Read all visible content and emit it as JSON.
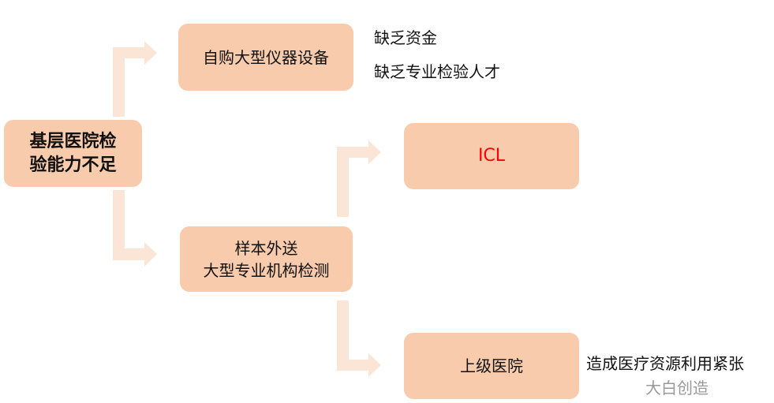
{
  "root": {
    "label_line1": "基层医院检",
    "label_line2": "验能力不足"
  },
  "branch_buy": {
    "label": "自购大型仪器设备",
    "notes": [
      "缺乏资金",
      "缺乏专业检验人才"
    ]
  },
  "branch_send": {
    "label_line1": "样本外送",
    "label_line2": "大型专业机构检测"
  },
  "icl": {
    "label": "ICL",
    "color": "#FF0000"
  },
  "upper_hospital": {
    "label": "上级医院",
    "note": "造成医疗资源利用紧张"
  },
  "watermark": "大白创造",
  "colors": {
    "box": "#F7CBAC",
    "arrow": "#FBE5D6"
  }
}
